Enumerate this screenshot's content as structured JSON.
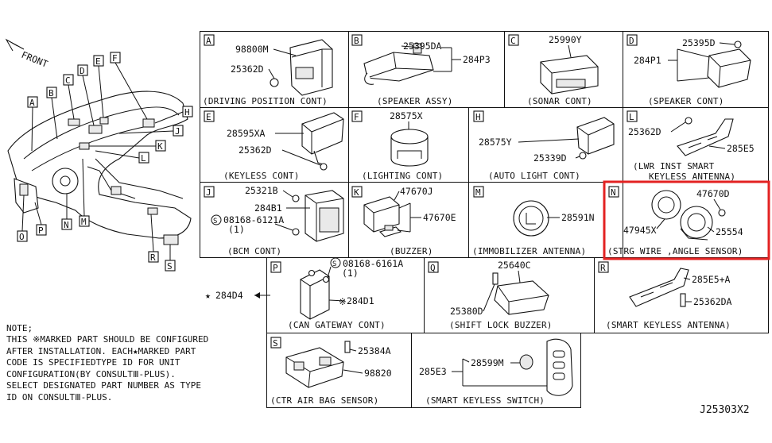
{
  "diagram": {
    "front_label": "FRONT",
    "reference": "J25303X2",
    "highlight_color": "#e32222",
    "location_letters": [
      "A",
      "B",
      "C",
      "D",
      "E",
      "F",
      "H",
      "J",
      "K",
      "L",
      "M",
      "N",
      "O",
      "P",
      "R",
      "S"
    ],
    "panels": {
      "A": {
        "letter": "A",
        "caption": "(DRIVING POSITION CONT)",
        "parts": [
          "98800M",
          "25362D"
        ]
      },
      "B": {
        "letter": "B",
        "caption": "(SPEAKER ASSY)",
        "parts": [
          "25395DA",
          "284P3"
        ]
      },
      "C": {
        "letter": "C",
        "caption": "(SONAR CONT)",
        "parts": [
          "25990Y"
        ]
      },
      "D": {
        "letter": "D",
        "caption": "(SPEAKER CONT)",
        "parts": [
          "25395D",
          "284P1"
        ]
      },
      "E": {
        "letter": "E",
        "caption": "(KEYLESS CONT)",
        "parts": [
          "28595XA",
          "25362D"
        ]
      },
      "F": {
        "letter": "F",
        "caption": "(LIGHTING CONT)",
        "parts": [
          "28575X"
        ]
      },
      "H": {
        "letter": "H",
        "caption": "(AUTO LIGHT CONT)",
        "parts": [
          "28575Y",
          "25339D"
        ]
      },
      "L": {
        "letter": "L",
        "caption": [
          "(LWR INST SMART",
          "KEYLESS ANTENNA)"
        ],
        "parts": [
          "25362D",
          "285E5"
        ]
      },
      "J": {
        "letter": "J",
        "caption": "(BCM CONT)",
        "parts": [
          "25321B",
          "284B1",
          "08168-6121A",
          "(1)"
        ]
      },
      "K": {
        "letter": "K",
        "caption": "(BUZZER)",
        "parts": [
          "47670J",
          "47670E"
        ]
      },
      "M": {
        "letter": "M",
        "caption": "(IMMOBILIZER ANTENNA)",
        "parts": [
          "28591N"
        ]
      },
      "N": {
        "letter": "N",
        "caption": "(STRG WIRE ,ANGLE SENSOR)",
        "parts": [
          "47670D",
          "47945X",
          "25554"
        ]
      },
      "P": {
        "letter": "P",
        "caption": "(CAN GATEWAY CONT)",
        "parts": [
          "08168-6161A",
          "(1)",
          "284D1"
        ]
      },
      "Q": {
        "letter": "Q",
        "caption": "(SHIFT LOCK BUZZER)",
        "parts": [
          "25640C",
          "25380D"
        ]
      },
      "R": {
        "letter": "R",
        "caption": "(SMART KEYLESS ANTENNA)",
        "parts": [
          "285E5+A",
          "25362DA"
        ]
      },
      "S": {
        "letter": "S",
        "caption": "(CTR AIR BAG SENSOR)",
        "parts": [
          "25384A",
          "98820"
        ]
      },
      "T": {
        "caption": "(SMART KEYLESS SWITCH)",
        "parts": [
          "285E3",
          "28599M"
        ]
      }
    },
    "left_ref": "284D4",
    "notes": [
      "NOTE;",
      "THIS ※MARKED PART SHOULD BE CONFIGURED",
      "AFTER INSTALLATION. EACH★MARKED PART",
      "CODE IS SPECIFIEDTYPE ID FOR UNIT",
      "CONFIGURATION(BY CONSULTⅢ-PLUS).",
      "SELECT DESIGNATED PART NUMBER AS TYPE",
      "ID ON CONSULTⅢ-PLUS."
    ]
  }
}
